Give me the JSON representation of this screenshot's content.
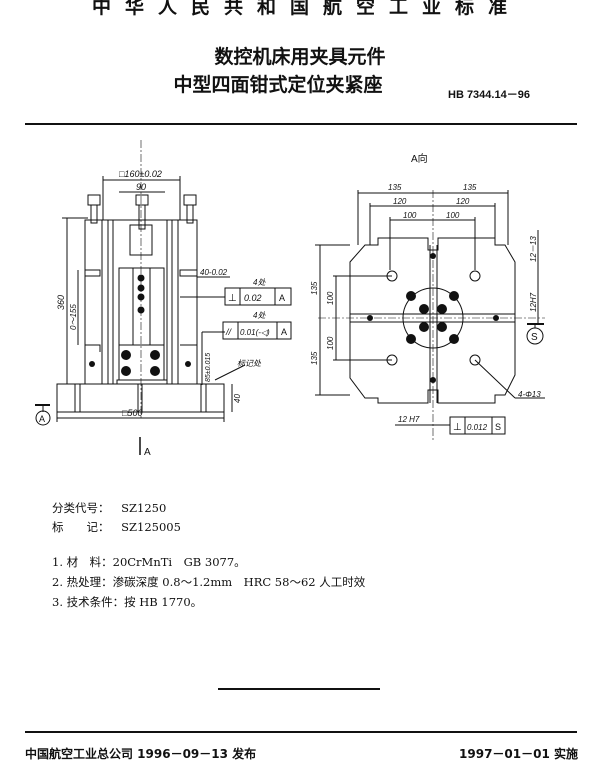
{
  "header": {
    "organization": "中华人民共和国航空工业标准",
    "title_line1": "数控机床用夹具元件",
    "title_line2": "中型四面钳式定位夹紧座",
    "standard_code": "HB 7344.14－96"
  },
  "front_view": {
    "dim_width": "□160±0.02",
    "dim_90": "90",
    "dim_height": "360",
    "dim_range": "0～155",
    "dim_40": "40-0.02",
    "fcf1_note": "4处",
    "fcf1_symbol": "⊥",
    "fcf1_tol": "0.02",
    "fcf1_datum": "A",
    "fcf2_note": "4处",
    "fcf2_symbol": "//",
    "fcf2_tol": "0.01(-◁)",
    "fcf2_datum": "A",
    "dim_85": "85±0.015",
    "mark_label": "标记处",
    "dim_base_height": "40",
    "dim_base": "□500",
    "datum_a": "A",
    "view_arrow_label": "A"
  },
  "view_a": {
    "title": "A向",
    "dim_135_left": "135",
    "dim_135_right": "135",
    "dim_120_left": "120",
    "dim_120_right": "120",
    "dim_100_left": "100",
    "dim_100_right": "100",
    "dim_v135_top": "135",
    "dim_v135_bottom": "135",
    "dim_v100_top": "100",
    "dim_v100_bottom": "100",
    "dim_slot": "12－13",
    "dim_12h7_right": "12H7",
    "datum_s": "S",
    "holes": "4-Φ13",
    "dim_12h7_bottom": "12 H7",
    "fcf_symbol": "⊥",
    "fcf_tol": "0.012",
    "fcf_datum": "S"
  },
  "info": {
    "class_code_label": "分类代号：",
    "class_code": "SZ1250",
    "mark_label": "标　　记：",
    "mark": "SZ125005",
    "notes": [
      "1. 材　料：20CrMnTi　GB 3077。",
      "2. 热处理：渗碳深度 0.8～1.2mm　HRC 58～62 人工时效",
      "3. 技术条件：按 HB 1770。"
    ]
  },
  "footer": {
    "issued": "中国航空工业总公司 1996－09－13 发布",
    "effective": "1997－01－01 实施"
  }
}
